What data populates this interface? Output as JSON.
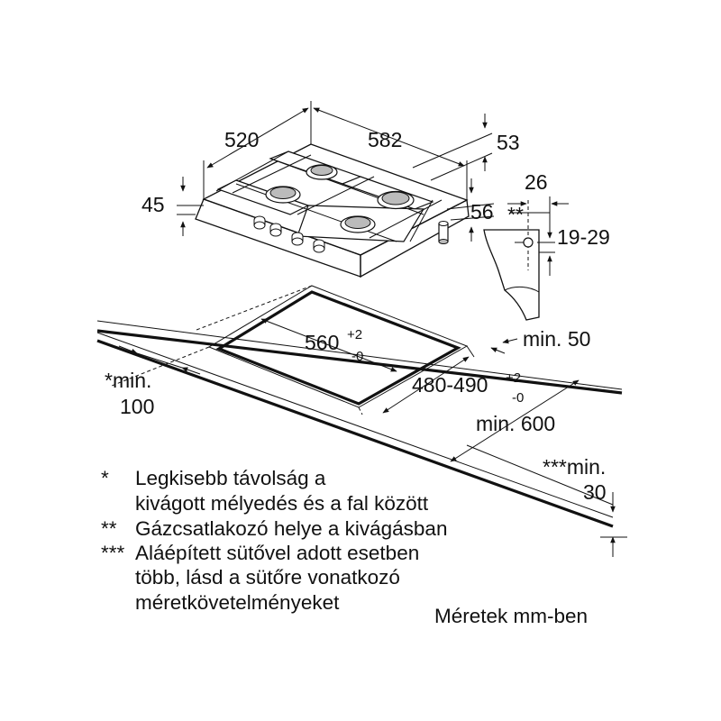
{
  "dimensions": {
    "hob_depth": "520",
    "hob_width": "582",
    "hob_height": "45",
    "rear_height": "53",
    "gas_offset": "56",
    "wall_offset": "26",
    "gas_marker": "**",
    "gas_height": "19-29",
    "cutout_width_base": "560",
    "cutout_width_tol_plus": "+2",
    "cutout_width_tol_minus": "-0",
    "cutout_depth_base": "480-490",
    "cutout_depth_tol_plus": "+2",
    "cutout_depth_tol_minus": "-0",
    "front_min": "min. 50",
    "worktop_min": "min. 600",
    "wall_min_line1": "*min.",
    "wall_min_line2": "100",
    "oven_min_line1": "***min.",
    "oven_min_line2": "30"
  },
  "notes": [
    {
      "marker": "*",
      "lines": [
        "Legkisebb távolság a",
        "kivágott mélyedés és a fal között"
      ]
    },
    {
      "marker": "**",
      "lines": [
        "Gázcsatlakozó helye a kivágásban"
      ]
    },
    {
      "marker": "***",
      "lines": [
        "Aláépített sütővel adott esetben",
        "több, lásd a sütőre vonatkozó",
        "méretkövetelményeket"
      ]
    }
  ],
  "units_note": "Méretek mm-ben"
}
